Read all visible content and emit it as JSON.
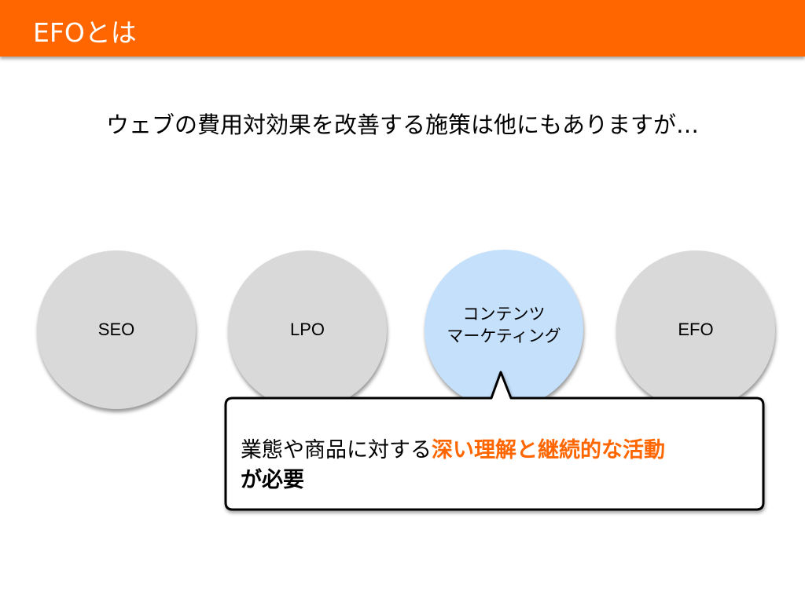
{
  "slide": {
    "title": "EFOとは",
    "lead": "ウェブの費用対効果を改善する施策は他にもありますが…"
  },
  "circles": [
    {
      "label": "SEO",
      "highlighted": false
    },
    {
      "label": "LPO",
      "highlighted": false
    },
    {
      "label": "コンテンツ\nマーケティング",
      "highlighted": true
    },
    {
      "label": "EFO",
      "highlighted": false
    }
  ],
  "callout": {
    "text_plain": "業態や商品に対する",
    "text_emph": "深い理解と継続的な活動",
    "text_tail": "が必要"
  },
  "colors": {
    "accent": "#ff6600",
    "circle_default": "#d9d9d9",
    "circle_highlight": "#c5e0fb"
  }
}
